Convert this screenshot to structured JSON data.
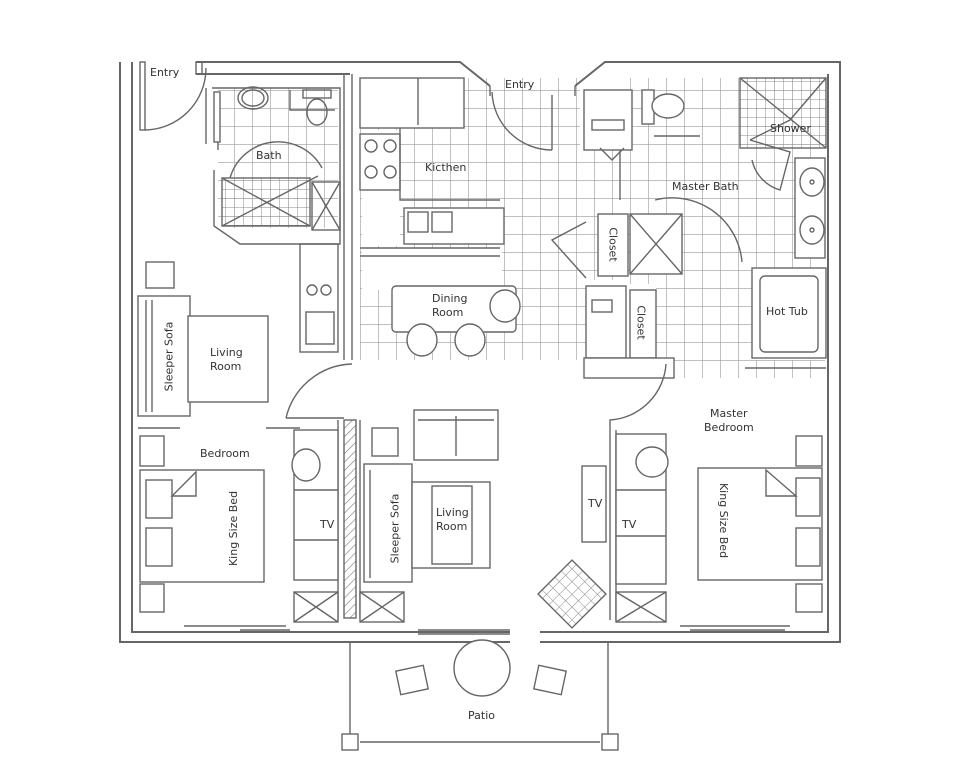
{
  "colors": {
    "line": "#555555",
    "wall": "#666666",
    "tile": "#9a9a9a",
    "text": "#333333",
    "background": "#ffffff"
  },
  "rooms": {
    "entry_left": "Entry",
    "entry_center": "Entry",
    "bath": "Bath",
    "kitchen": "Kicthen",
    "master_bath": "Master Bath",
    "shower": "Shower",
    "dining": "Dining\nRoom",
    "dining_line1": "Dining",
    "dining_line2": "Room",
    "closet_1": "Closet",
    "closet_2": "Closet",
    "hot_tub": "Hot Tub",
    "living_left_line1": "Living",
    "living_left_line2": "Room",
    "sleeper_sofa_left": "Sleeper Sofa",
    "bedroom": "Bedroom",
    "king_bed_left": "King Size Bed",
    "tv_left": "TV",
    "sleeper_sofa_center": "Sleeper Sofa",
    "living_center_line1": "Living",
    "living_center_line2": "Room",
    "master_bedroom_line1": "Master",
    "master_bedroom_line2": "Bedroom",
    "tv_center": "TV",
    "tv_right": "TV",
    "king_bed_right": "King Size Bed",
    "patio": "Patio"
  }
}
